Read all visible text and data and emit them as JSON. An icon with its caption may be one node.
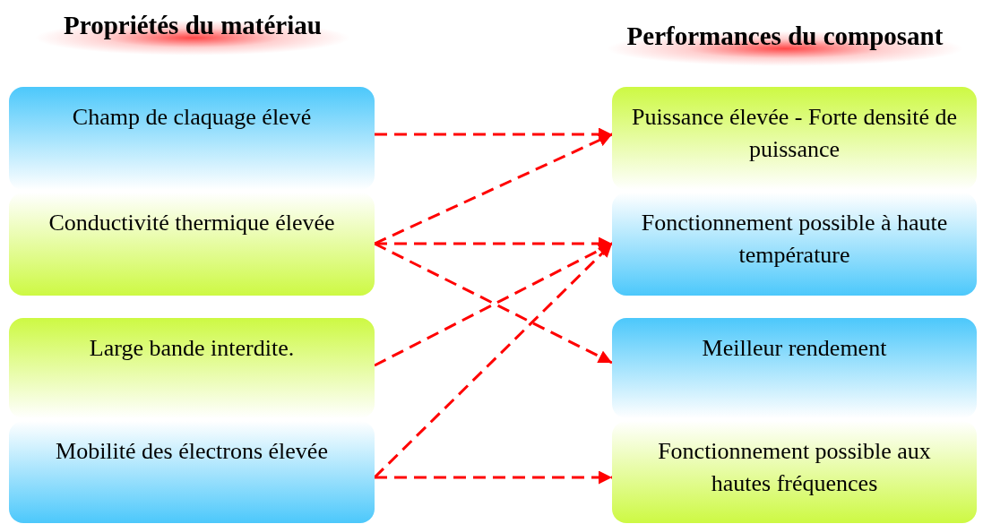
{
  "diagram": {
    "nodes": [
      {
        "text": [
          "Champ de claquage élevé"
        ]
      },
      {
        "text": [
          "Conductivité thermique élevée"
        ]
      },
      {
        "text": [
          "Large bande interdite."
        ]
      },
      {
        "text": [
          "Mobilité des électrons élevée"
        ]
      },
      {
        "text": [
          "Puissance élevée - Forte densité de puissance"
        ]
      },
      {
        "text": [
          "Fonctionnement possible à haute température"
        ]
      },
      {
        "text": [
          "Meilleur rendement"
        ]
      },
      {
        "text": [
          "Fonctionnement possible aux hautes fréquences"
        ]
      }
    ],
    "edges": [
      {
        "from": 0,
        "to": 4,
        "arrow": "to",
        "style": "dashed"
      },
      {
        "from": 1,
        "to": 4,
        "arrow": "to",
        "style": "dashed"
      },
      {
        "from": 1,
        "to": 5,
        "arrow": "to",
        "style": "dashed"
      },
      {
        "from": 1,
        "to": 6,
        "arrow": "to",
        "style": "dashed"
      },
      {
        "from": 2,
        "to": 5,
        "arrow": "to",
        "style": "dashed"
      },
      {
        "from": 3,
        "to": 5,
        "arrow": "to",
        "style": "dashed"
      },
      {
        "from": 3,
        "to": 7,
        "arrow": "to",
        "style": "dashed"
      }
    ],
    "labels": [
      "Propriétés du matériau",
      "Performances du composant"
    ]
  }
}
